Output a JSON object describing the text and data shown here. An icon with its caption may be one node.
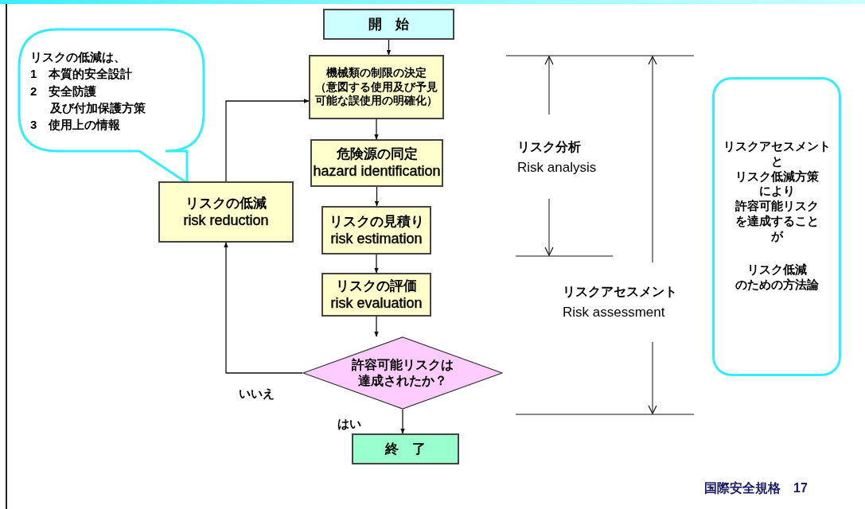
{
  "diagram": {
    "nodes": [
      {
        "text": [
          "リスクの低減は、",
          "1　本質的安全設計",
          "2　安全防護",
          "及び付加保護方策",
          "3　使用上の情報"
        ]
      },
      {
        "text": [
          "開　始"
        ]
      },
      {
        "text": [
          "機械類の制限の決定",
          "（意図する使用及び予見",
          "可能な誤使用の明確化）"
        ]
      },
      {
        "text": [
          "危険源の同定",
          "hazard identification"
        ]
      },
      {
        "text": [
          "リスクの見積り",
          "risk estimation"
        ]
      },
      {
        "text": [
          "リスクの評価",
          "risk evaluation"
        ]
      },
      {
        "text": [
          "許容可能リスクは",
          "達成されたか？"
        ]
      },
      {
        "text": [
          "終　了"
        ]
      },
      {
        "text": [
          "リスクの低減",
          "risk reduction"
        ]
      },
      {
        "text": [
          "リスクアセスメント",
          "と",
          "リスク低減方策",
          "により",
          "許容可能リスク",
          "を達成すること",
          "が",
          "リスク低減",
          "のための方法論"
        ]
      }
    ],
    "edges": [
      {
        "from": 1,
        "to": 2,
        "arrow": "to"
      },
      {
        "from": 2,
        "to": 3,
        "arrow": "to"
      },
      {
        "from": 3,
        "to": 4,
        "arrow": "to"
      },
      {
        "from": 4,
        "to": 5,
        "arrow": "to"
      },
      {
        "from": 5,
        "to": 6,
        "arrow": "to"
      },
      {
        "from": 6,
        "to": 7,
        "arrow": "to",
        "label": "はい"
      },
      {
        "from": 6,
        "to": 8,
        "arrow": "to",
        "label": "いいえ"
      },
      {
        "from": 8,
        "to": 2,
        "arrow": "to"
      }
    ],
    "labels": [
      "リスク分析",
      "Risk analysis",
      "リスクアセスメント",
      "Risk assessment",
      "国際安全規格　17"
    ]
  }
}
